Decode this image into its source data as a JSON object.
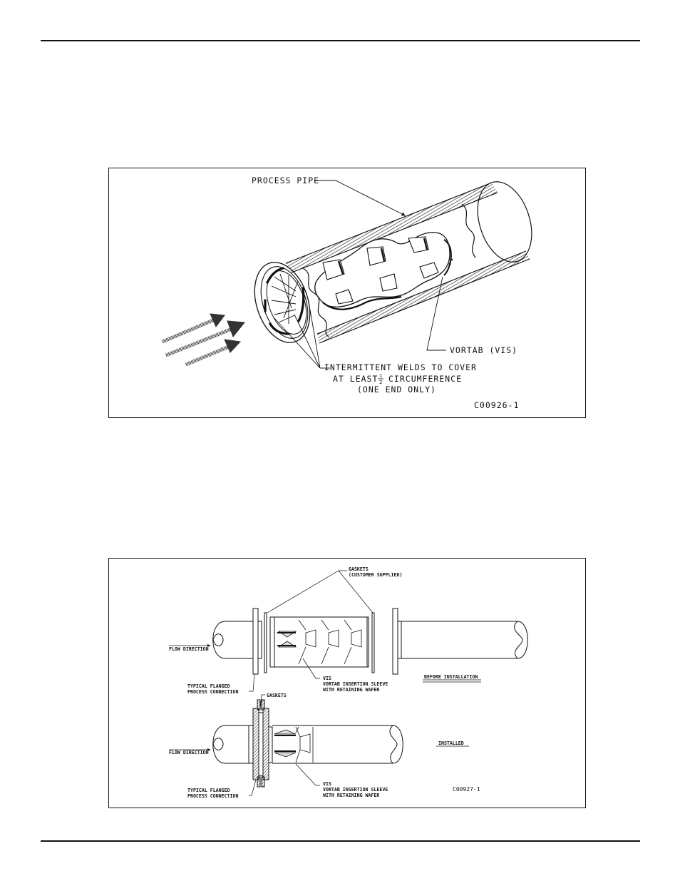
{
  "figure1": {
    "labels": {
      "process_pipe": "PROCESS PIPE",
      "vortab": "VORTAB (VIS)",
      "weld_line1": "INTERMITTENT WELDS TO COVER",
      "weld_line2_a": "AT LEAST",
      "weld_frac_num": "1",
      "weld_frac_den": "2",
      "weld_line2_b": "CIRCUMFERENCE",
      "weld_line3": "(ONE END ONLY)",
      "code": "C00926-1"
    }
  },
  "figure2": {
    "labels": {
      "gaskets_top": "GASKETS",
      "gaskets_top_sub": "(CUSTOMER SUPPLIED)",
      "flow_direction_top": "FLOW DIRECTION",
      "typical_top_1": "TYPICAL FLANGED",
      "typical_top_2": "PROCESS CONNECTION",
      "vis_top_1": "VIS",
      "vis_top_2": "VORTAB INSERTION SLEEVE",
      "vis_top_3": "WITH RETAINING WAFER",
      "before_installation": "BEFORE INSTALLATION",
      "gaskets_bottom": "GASKETS",
      "flow_direction_bottom": "FLOW DIRECTION",
      "installed": "INSTALLED",
      "typical_bottom_1": "TYPICAL FLANGED",
      "typical_bottom_2": "PROCESS CONNECTION",
      "vis_bottom_1": "VIS",
      "vis_bottom_2": "VORTAB INSERTION SLEEVE",
      "vis_bottom_3": "WITH RETAINING WAFER",
      "code": "C00927-1"
    }
  }
}
